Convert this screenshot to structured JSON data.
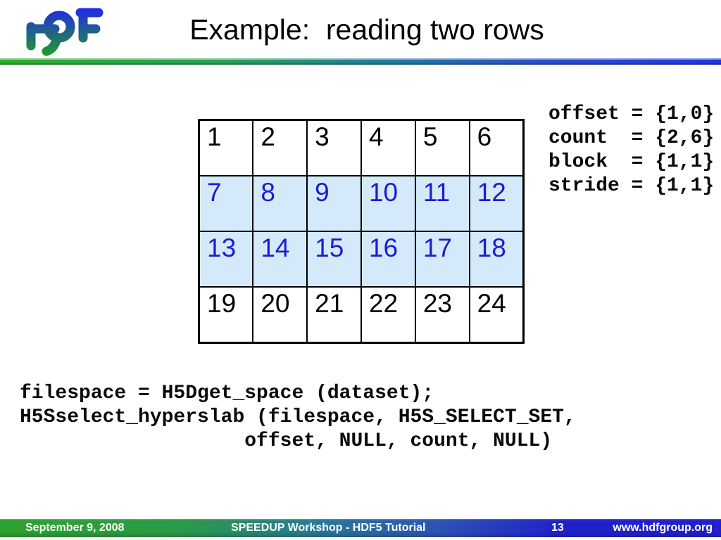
{
  "header": {
    "title": "Example:  reading two rows",
    "logo_text": "HDF"
  },
  "table": {
    "rows": [
      [
        "1",
        "2",
        "3",
        "4",
        "5",
        "6"
      ],
      [
        "7",
        "8",
        "9",
        "10",
        "11",
        "12"
      ],
      [
        "13",
        "14",
        "15",
        "16",
        "17",
        "18"
      ],
      [
        "19",
        "20",
        "21",
        "22",
        "23",
        "24"
      ]
    ],
    "highlighted_rows": [
      1,
      2
    ]
  },
  "params_code": {
    "text": "offset = {1,0}\ncount  = {2,6}\nblock  = {1,1}\nstride = {1,1}"
  },
  "main_code": {
    "text": "filespace = H5Dget_space (dataset);\nH5Sselect_hyperslab (filespace, H5S_SELECT_SET,\n                   offset, NULL, count, NULL)"
  },
  "footer": {
    "date": "September 9, 2008",
    "workshop": "SPEEDUP Workshop - HDF5 Tutorial",
    "page": "13",
    "website": "www.hdfgroup.org"
  },
  "colors": {
    "logo_blue": "#2328ea",
    "logo_green": "#1da21d",
    "divider_green": "#2eb02e",
    "divider_blue": "#2235e6",
    "hl_bg": "#d4e9fa",
    "hl_text": "#1c1cd2",
    "footer_green": "#2ea22e",
    "footer_blue": "#2121cc",
    "footer_text": "#ffffff"
  }
}
